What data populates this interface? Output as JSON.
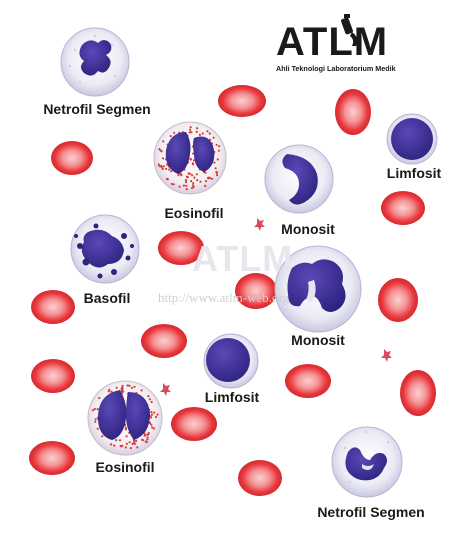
{
  "logo": {
    "title": "ATLM",
    "subtitle": "Ahli Teknologi Laboratorium Medik"
  },
  "watermark": {
    "text": "ATLM",
    "url": "http://www.atlm-web.org"
  },
  "labels": {
    "netrofil_segmen_1": "Netrofil Segmen",
    "eosinofil_1": "Eosinofil",
    "monosit_1": "Monosit",
    "limfosit_1": "Limfosit",
    "basofil": "Basofil",
    "monosit_2": "Monosit",
    "limfosit_2": "Limfosit",
    "eosinofil_2": "Eosinofil",
    "netrofil_segmen_2": "Netrofil Segmen"
  },
  "colors": {
    "rbc_fill": "#e8383d",
    "rbc_center": "#f7a4a6",
    "cytoplasm": "#e6e6f3",
    "nucleus": "#3b2d8f",
    "granule_red": "#d93a3a",
    "text": "#1a1a1a"
  }
}
